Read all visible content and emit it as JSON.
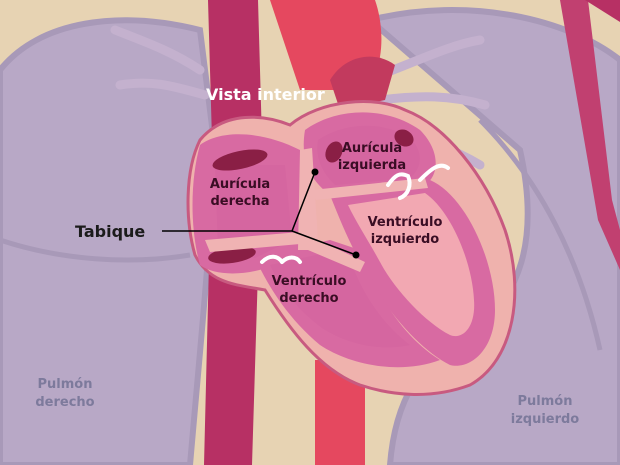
{
  "diagram": {
    "title": "Vista interior",
    "labels": {
      "right_atrium_1": "Aurícula",
      "right_atrium_2": "derecha",
      "left_atrium_1": "Aurícula",
      "left_atrium_2": "izquierda",
      "left_ventricle_1": "Ventrículo",
      "left_ventricle_2": "izquierdo",
      "right_ventricle_1": "Ventrículo",
      "right_ventricle_2": "derecho",
      "septum": "Tabique",
      "right_lung_1": "Pulmón",
      "right_lung_2": "derecho",
      "left_lung_1": "Pulmón",
      "left_lung_2": "izquierdo"
    },
    "colors": {
      "background": "#e7d3b3",
      "lung": "#b8a8c6",
      "lung_outline": "#a899b8",
      "aorta": "#e5485f",
      "vein": "#b73064",
      "heart_outer": "#efb2ad",
      "heart_wall": "#d86aa2",
      "chamber": "#d566a0",
      "septum": "#f0b3b3",
      "valve": "#ffffff",
      "label_text": "#3a0d24",
      "lung_text": "#7d7a9c"
    }
  }
}
